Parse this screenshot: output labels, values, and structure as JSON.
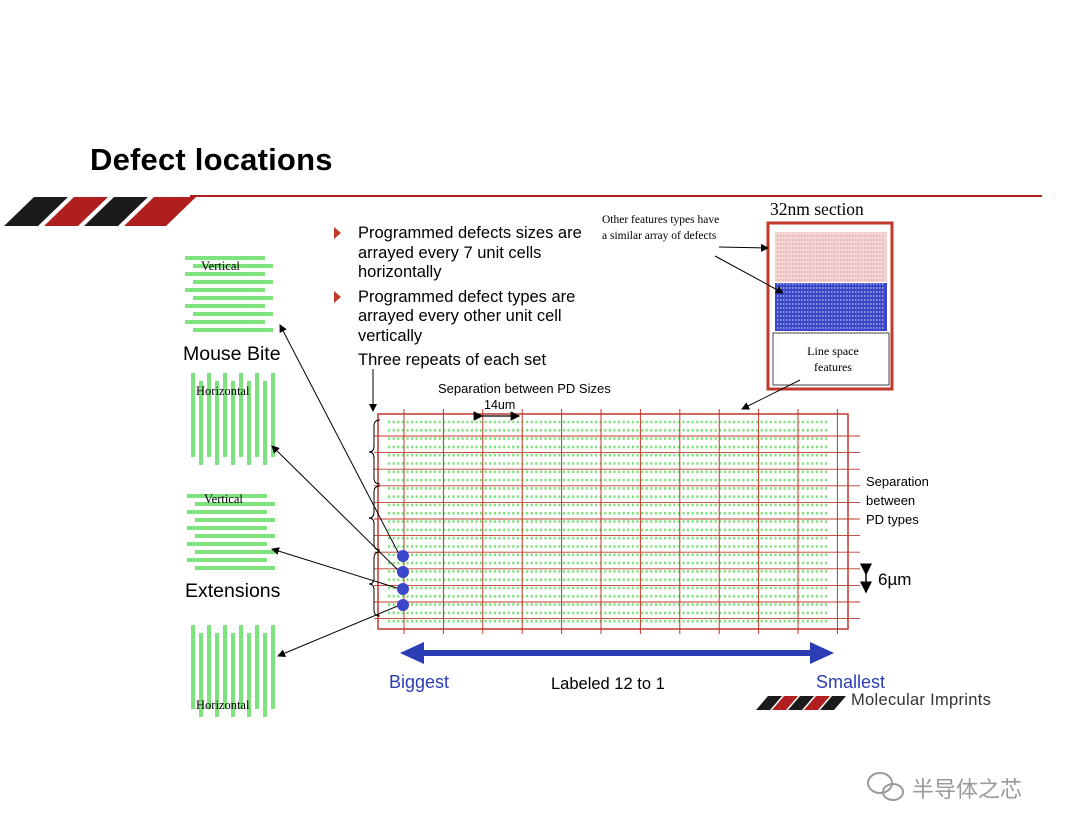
{
  "slide": {
    "title": "Defect locations"
  },
  "bullets": [
    "Programmed defects sizes are arrayed every 7 unit cells horizontally",
    "Programmed defect types are arrayed every other unit cell vertically"
  ],
  "bullet_plain": "Three repeats of each set",
  "section": {
    "title": "32nm section",
    "note_line1": "Other features types have",
    "note_line2": "a similar array of defects",
    "line_space_line1": "Line space",
    "line_space_line2": "features"
  },
  "grid": {
    "separation_sizes_label": "Separation between PD Sizes",
    "size_label": "14um",
    "separation_types_line1": "Separation",
    "separation_types_line2": "between",
    "separation_types_line3": "PD types",
    "dimension_label": "6µm"
  },
  "categories": {
    "mouse_bite": "Mouse Bite",
    "extensions": "Extensions"
  },
  "swatches": [
    {
      "label": "Vertical"
    },
    {
      "label": "Horizontal"
    },
    {
      "label": "Vertical"
    },
    {
      "label": "Horizontal"
    }
  ],
  "scale": {
    "biggest": "Biggest",
    "labeled": "Labeled 12 to 1",
    "smallest": "Smallest"
  },
  "brand": {
    "name": "Molecular Imprints"
  },
  "watermark": {
    "text": "半导体之芯"
  },
  "colors": {
    "accent_red": "#b01f1f",
    "pattern_green": "#7ee37e",
    "grid_red": "#c0392b",
    "arrow_blue": "#2a3db5"
  }
}
